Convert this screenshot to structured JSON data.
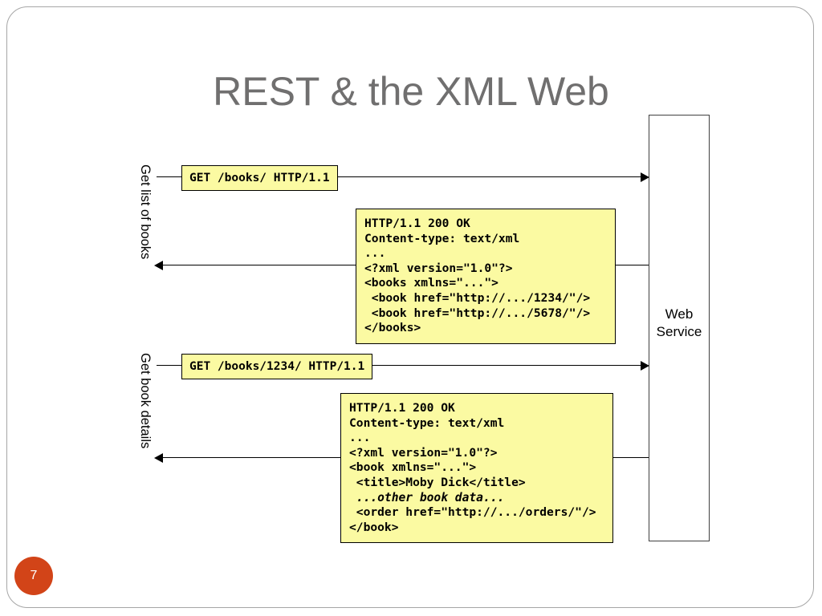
{
  "slide": {
    "title": "REST & the XML Web",
    "page_number": "7",
    "accent_color": "#d24418",
    "title_color": "#706f6f",
    "box_fill_color": "#fbfaa2"
  },
  "service": {
    "label_line1": "Web",
    "label_line2": "Service"
  },
  "flows": [
    {
      "side_label": "Get list of books",
      "request": "GET /books/ HTTP/1.1",
      "response_lines": [
        {
          "text": "HTTP/1.1 200 OK",
          "italic": false
        },
        {
          "text": "Content-type: text/xml",
          "italic": false
        },
        {
          "text": "...",
          "italic": false
        },
        {
          "text": "<?xml version=\"1.0\"?>",
          "italic": false
        },
        {
          "text": "<books xmlns=\"...\">",
          "italic": false
        },
        {
          "text": " <book href=\"http://.../1234/\"/>",
          "italic": false
        },
        {
          "text": " <book href=\"http://.../5678/\"/>",
          "italic": false
        },
        {
          "text": "</books>",
          "italic": false
        }
      ]
    },
    {
      "side_label": "Get book details",
      "request": "GET /books/1234/ HTTP/1.1",
      "response_lines": [
        {
          "text": "HTTP/1.1 200 OK",
          "italic": false
        },
        {
          "text": "Content-type: text/xml",
          "italic": false
        },
        {
          "text": "...",
          "italic": false
        },
        {
          "text": "<?xml version=\"1.0\"?>",
          "italic": false
        },
        {
          "text": "<book xmlns=\"...\">",
          "italic": false
        },
        {
          "text": " <title>Moby Dick</title>",
          "italic": false
        },
        {
          "text": " ...other book data...",
          "italic": true
        },
        {
          "text": " <order href=\"http://.../orders/\"/>",
          "italic": false
        },
        {
          "text": "</book>",
          "italic": false
        }
      ]
    }
  ]
}
